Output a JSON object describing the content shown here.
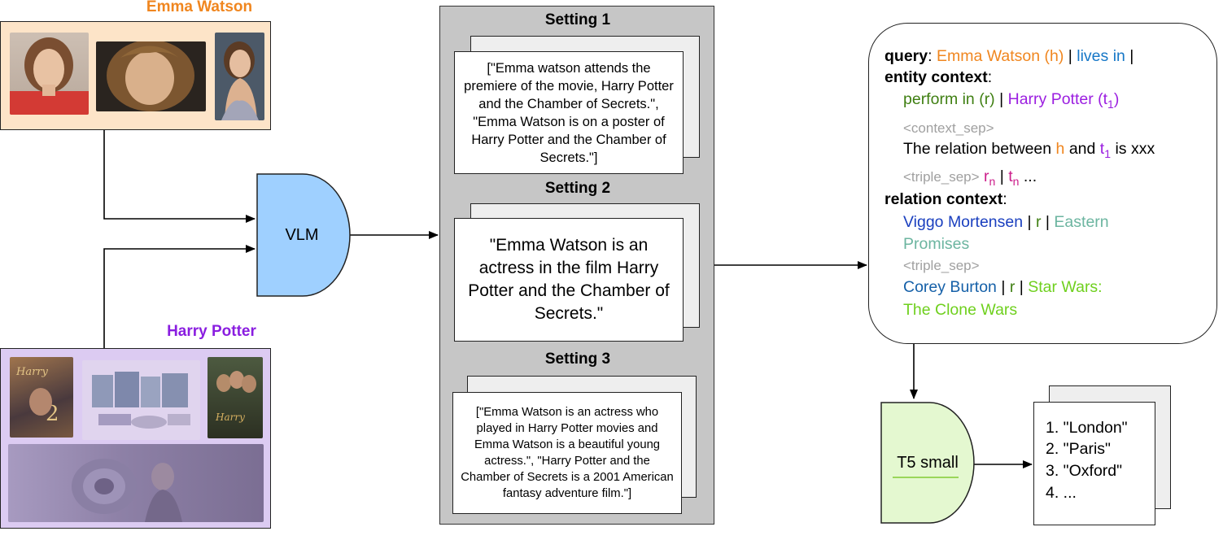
{
  "emma": {
    "title": "Emma Watson",
    "title_color": "#f0861f",
    "panel_bg": "#fde4c8"
  },
  "harry": {
    "title": "Harry Potter",
    "title_color": "#8a1ee0",
    "panel_bg": "#dccbf2"
  },
  "vlm": {
    "label": "VLM",
    "fill": "#9fd0ff"
  },
  "settings": [
    {
      "title": "Setting 1",
      "text": "[\"Emma watson attends the premiere of the movie, Harry Potter and the Chamber of Secrets.\", \"Emma Watson is on a poster of Harry Potter and the Chamber of Secrets.\"]"
    },
    {
      "title": "Setting 2",
      "text": "\"Emma Watson is an actress in the film Harry Potter and the Chamber of Secrets.\""
    },
    {
      "title": "Setting 3",
      "text": "[\"Emma Watson is an actress who played in Harry Potter movies and Emma Watson is a beautiful young actress.\", \"Harry Potter and the Chamber of Secrets is a 2001 American fantasy adventure film.\"]"
    }
  ],
  "context": {
    "query_key": "query",
    "query_head": "Emma Watson (h)",
    "sep": "|",
    "query_rel": "lives in",
    "entity_key": "entity context",
    "colon": ":",
    "perform_in": "perform in (r)",
    "t1_entity": "Harry Potter (t",
    "t1_sub": "1",
    "close_paren": ")",
    "context_sep": "<context_sep>",
    "relation_prefix": "The relation between",
    "h": "h",
    "and": "and",
    "t": "t",
    "one": "1",
    "is_xxx": "is xxx",
    "triple_sep": "<triple_sep>",
    "r": "r",
    "n": "n",
    "ellipsis": "...",
    "relation_key": "relation context",
    "viggo": "Viggo Mortensen",
    "eastern": "Eastern",
    "promises": "Promises",
    "corey": "Corey Burton",
    "starwars": "Star Wars:",
    "clonewars": "The Clone Wars"
  },
  "t5": {
    "label": "T5 small",
    "fill": "#e4f8d0",
    "underline": "#9ad65a"
  },
  "output": [
    "1. \"London\"",
    "2. \"Paris\"",
    "3. \"Oxford\"",
    "4. ..."
  ]
}
